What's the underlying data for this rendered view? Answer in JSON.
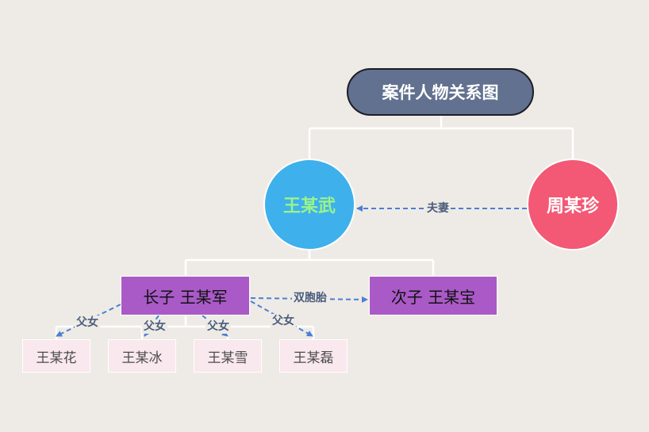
{
  "title": "案件人物关系图",
  "people": {
    "father": "王某武",
    "mother": "周某珍",
    "elder_son": "长子 王某军",
    "younger_son": "次子 王某宝",
    "children": [
      "王某花",
      "王某冰",
      "王某雪",
      "王某磊"
    ]
  },
  "relations": {
    "spouse": "夫妻",
    "twins": "双胞胎",
    "parent_daughter": [
      "父女",
      "父女",
      "父女",
      "父女"
    ]
  },
  "colors": {
    "background": "#eeebe6",
    "title_fill": "#62718f",
    "father_fill": "#3eb0ec",
    "father_text": "#9af38a",
    "mother_fill": "#f35874",
    "son_fill": "#a95ac7",
    "child_fill": "#f9e8ee",
    "dashed_arrow": "#4a7fd4",
    "connector": "#ffffff"
  }
}
